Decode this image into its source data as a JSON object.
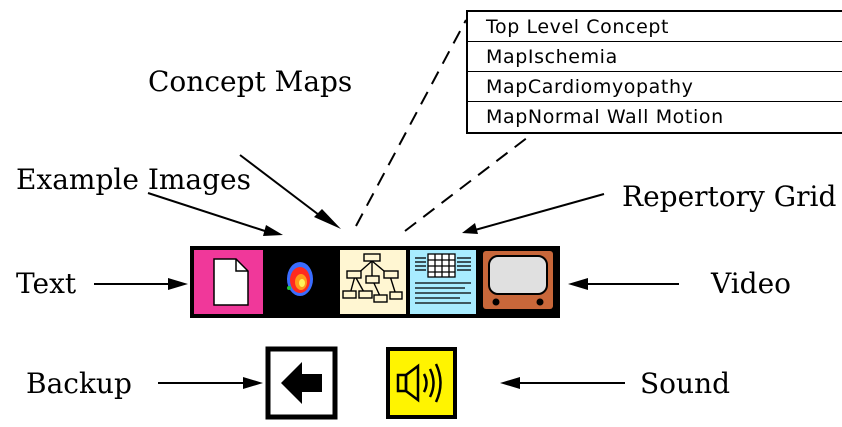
{
  "labels": {
    "concept_maps": "Concept Maps",
    "example_images": "Example Images",
    "repertory_grid": "Repertory Grid",
    "text": "Text",
    "video": "Video",
    "backup": "Backup",
    "sound": "Sound"
  },
  "concept_menu": {
    "items": [
      "Top Level Concept",
      "MapIschemia",
      "MapCardiomyopathy",
      "MapNormal Wall Motion"
    ]
  },
  "toolbar": {
    "buttons": [
      {
        "name": "text",
        "icon": "document-icon",
        "color": "#f0389a"
      },
      {
        "name": "example-images",
        "icon": "heart-scan-icon",
        "color": "#000000"
      },
      {
        "name": "concept-maps",
        "icon": "concept-map-icon",
        "color": "#fff6d2"
      },
      {
        "name": "repertory-grid",
        "icon": "grid-document-icon",
        "color": "#a8ecff"
      },
      {
        "name": "video",
        "icon": "television-icon",
        "color": "#c8673a"
      }
    ]
  },
  "controls": {
    "backup_icon": "left-arrow-icon",
    "sound_icon": "speaker-icon",
    "sound_color": "#fff400"
  }
}
